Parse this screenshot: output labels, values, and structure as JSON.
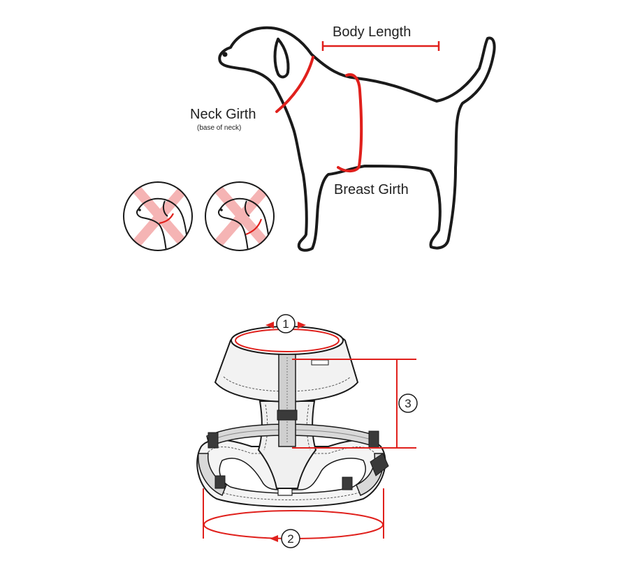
{
  "dog_diagram": {
    "body_length_label": "Body Length",
    "neck_girth_label": "Neck Girth",
    "neck_girth_note": "(base of neck)",
    "breast_girth_label": "Breast Girth",
    "wrong_examples": [
      {
        "icon": "wrong-neck-position-icon"
      },
      {
        "icon": "wrong-neck-position-icon"
      }
    ]
  },
  "harness_diagram": {
    "markers": [
      "①",
      "②",
      "③"
    ],
    "measurements": [
      {
        "id": "1",
        "icon": "neck-circumference-marker"
      },
      {
        "id": "2",
        "icon": "chest-circumference-marker"
      },
      {
        "id": "3",
        "icon": "strap-length-marker"
      }
    ]
  },
  "colors": {
    "measure_red": "#e0201c",
    "outline": "#1a1a1a",
    "cross_pink": "#f5b4b4",
    "fabric_gray": "#8a8a8a"
  }
}
